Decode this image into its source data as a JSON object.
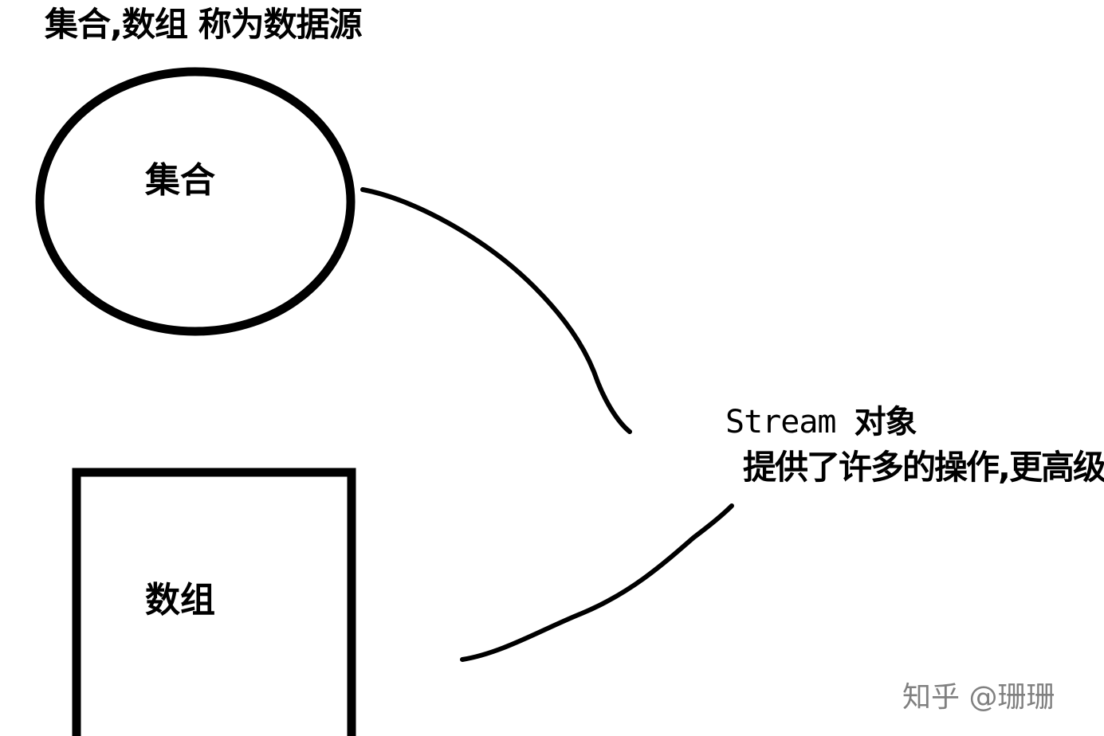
{
  "diagram": {
    "title": "集合,数组 称为数据源",
    "nodes": {
      "set": "集合",
      "array": "数组"
    },
    "stream": {
      "name": "Stream",
      "object": "对象",
      "description": "提供了许多的操作,更高级"
    }
  },
  "watermark": "知乎 @珊珊",
  "colors": {
    "ink": "#000000",
    "background": "#ffffff",
    "watermark": "#6b6b6b"
  }
}
